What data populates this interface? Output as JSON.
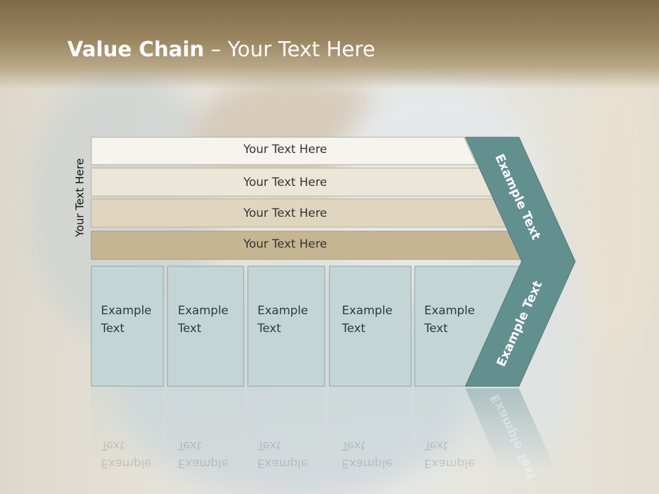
{
  "slide": {
    "title_bold": "Value Chain",
    "title_rest": " – Your Text Here",
    "side_label": "Your Text Here"
  },
  "bands": [
    {
      "label": "Your Text Here",
      "fill": "#f6f4ef"
    },
    {
      "label": "Your Text Here",
      "fill": "#ece6d9"
    },
    {
      "label": "Your Text Here",
      "fill": "#e0d6c0"
    },
    {
      "label": "Your Text Here",
      "fill": "#c6b592"
    }
  ],
  "boxes": [
    {
      "line1": "Example",
      "line2": "Text"
    },
    {
      "line1": "Example",
      "line2": "Text"
    },
    {
      "line1": "Example",
      "line2": "Text"
    },
    {
      "line1": "Example",
      "line2": "Text"
    },
    {
      "line1": "Example",
      "line2": "Text"
    }
  ],
  "chevron": {
    "upper_text": "Example Text",
    "lower_text": "Example Text",
    "color": "#62908f"
  },
  "colors": {
    "box_fill": "#c3d6d5",
    "box_stroke": "#8ba4a3"
  }
}
